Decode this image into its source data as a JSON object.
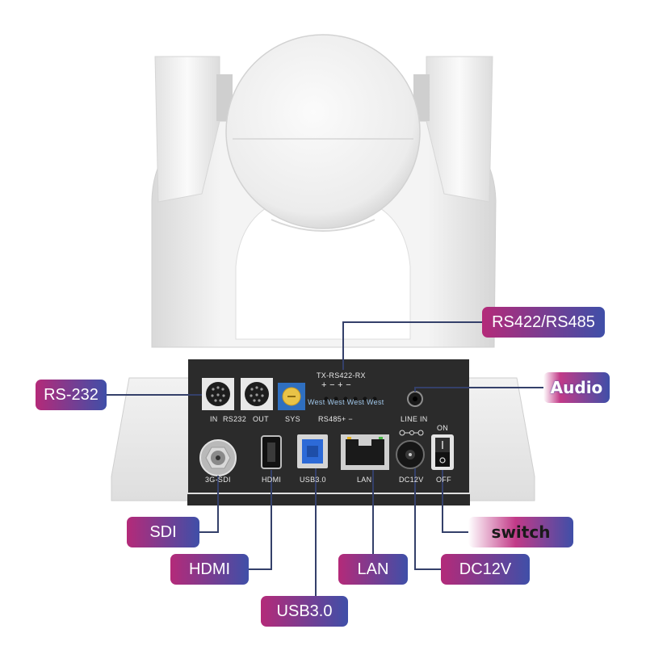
{
  "panel": {
    "rs232_in_label": "IN",
    "rs232_label": "RS232",
    "rs232_out_label": "OUT",
    "sys_label": "SYS",
    "tx_rx_label": "TX-RS422-RX",
    "rs422_polarity": "+ −  + −",
    "rs485_label": "RS485+ −",
    "dip_text": "West West West West",
    "line_in_label": "LINE  IN",
    "on_label": "ON",
    "off_label": "OFF",
    "sdi_port_label": "3G-SDI",
    "hdmi_port_label": "HDMI",
    "usb_port_label": "USB3.0",
    "lan_port_label": "LAN",
    "dc_port_label": "DC12V"
  },
  "callouts": {
    "rs422": "RS422/RS485",
    "rs232": "RS-232",
    "audio": "Audio",
    "sdi": "SDI",
    "switch": "switch",
    "hdmi": "HDMI",
    "lan": "LAN",
    "dc12v": "DC12V",
    "usb": "USB3.0"
  },
  "colors": {
    "tag_gradient_start": "#b42a79",
    "tag_gradient_end": "#3f4fa8",
    "panel": "#2b2b2b",
    "camera_body": "#ededed",
    "leader_line": "#34406a"
  }
}
